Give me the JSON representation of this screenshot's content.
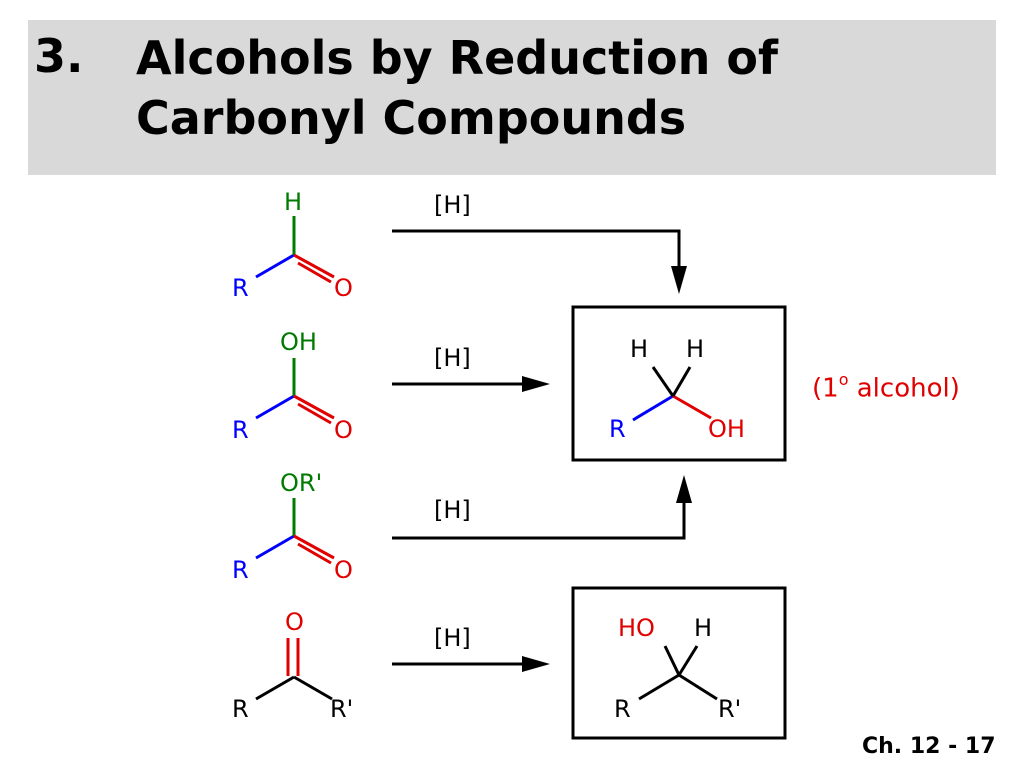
{
  "title": {
    "number": "3.",
    "line1": "Alcohols by Reduction of",
    "line2": "Carbonyl Compounds"
  },
  "reagent_label": "[H]",
  "atoms": {
    "R": "R",
    "R_prime": "R'",
    "H": "H",
    "O": "O",
    "OH": "OH",
    "OR_prime": "OR'",
    "HO": "HO"
  },
  "note": {
    "open": "(1",
    "superscript": "o",
    "close": " alcohol)"
  },
  "page_ref": "Ch. 12 - 17",
  "colors": {
    "title_band": "#d9d9d9",
    "oxygen": "#e00000",
    "r_group": "#0000ff",
    "substituent": "#007a00",
    "bonds": "#000000"
  }
}
